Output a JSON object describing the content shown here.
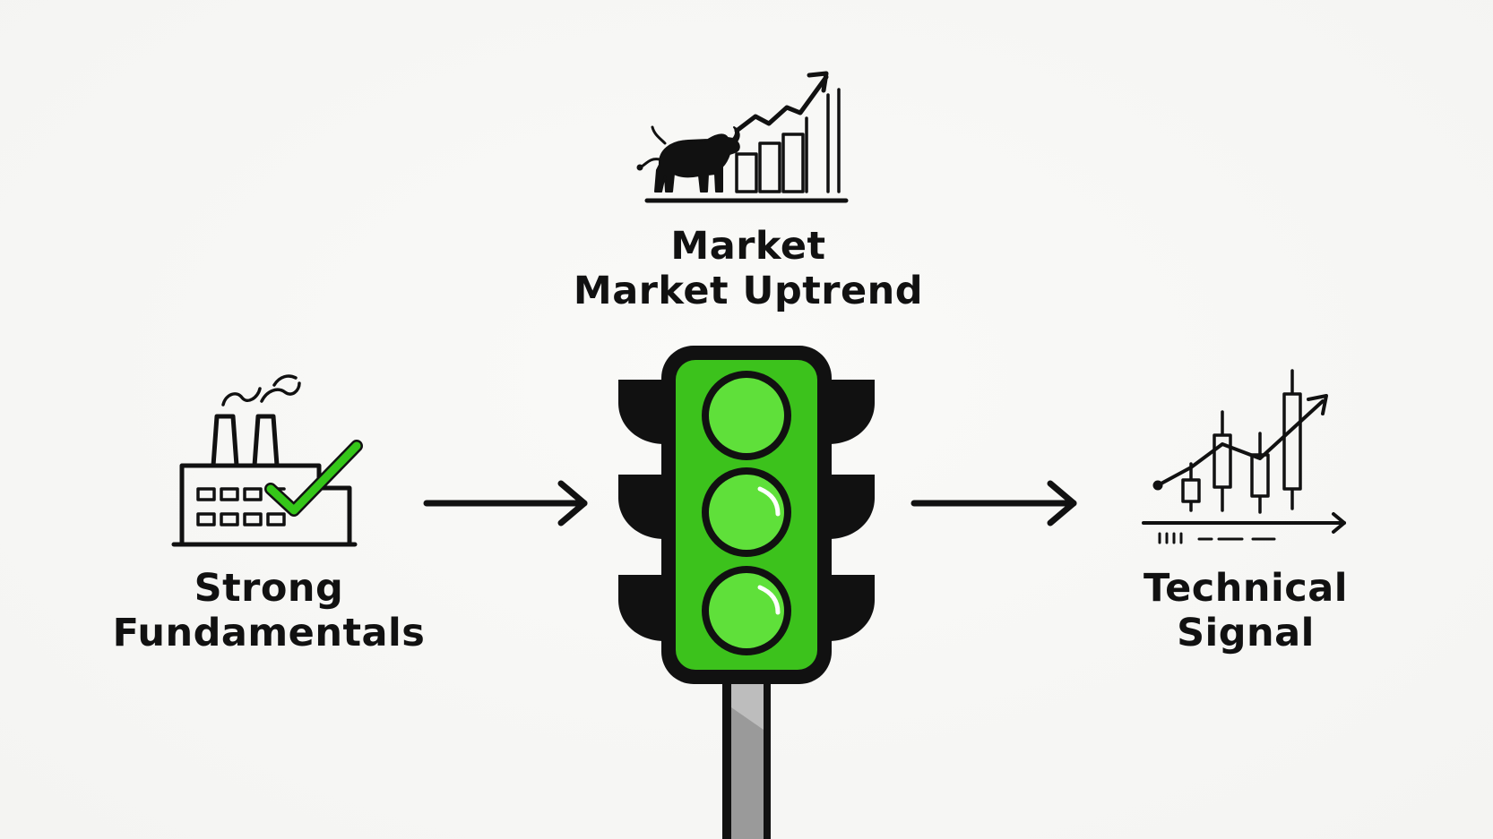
{
  "labels": {
    "market": {
      "line1": "Market",
      "line2": "Market Uptrend"
    },
    "fundamentals": {
      "line1": "Strong",
      "line2": "Fundamentals"
    },
    "technical": {
      "line1": "Technical",
      "line2": "Signal"
    }
  },
  "icons": {
    "market": "bull-uptrend-chart-icon",
    "fundamentals": "factory-checkmark-icon",
    "technical": "candlestick-uptrend-icon",
    "center": "traffic-light-icon"
  },
  "colors": {
    "light_green": "#5fe03a",
    "housing_green": "#3cc21c",
    "check_green": "#35c619",
    "ink": "#111111",
    "pole": "#9a9a9a"
  }
}
